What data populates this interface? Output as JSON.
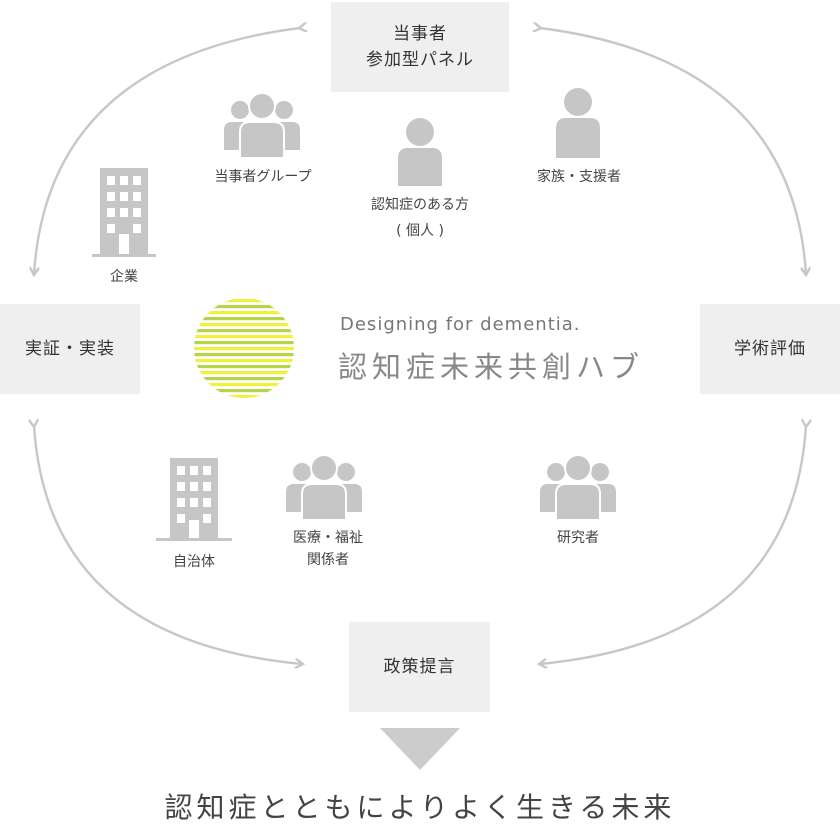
{
  "nodes": {
    "top": {
      "line1": "当事者",
      "line2": "参加型パネル"
    },
    "left": "実証・実装",
    "right": "学術評価",
    "bottom": "政策提言"
  },
  "actors": {
    "company": "企業",
    "group": "当事者グループ",
    "individual_line1": "認知症のある方",
    "individual_line2": "( 個人 )",
    "family": "家族・支援者",
    "municipality": "自治体",
    "medical_line1": "医療・福祉",
    "medical_line2": "関係者",
    "researcher": "研究者"
  },
  "brand": {
    "tagline_en": "Designing for dementia.",
    "tagline_jp": "認知症未来共創ハブ",
    "logo_colors": [
      "#f2f03a",
      "#b5d44a"
    ]
  },
  "footer": "認知症とともによりよく生きる未来",
  "colors": {
    "box_bg": "#efefef",
    "arrow": "#c8c8c8",
    "icon": "#c6c6c6",
    "down_arrow": "#cccccc"
  }
}
